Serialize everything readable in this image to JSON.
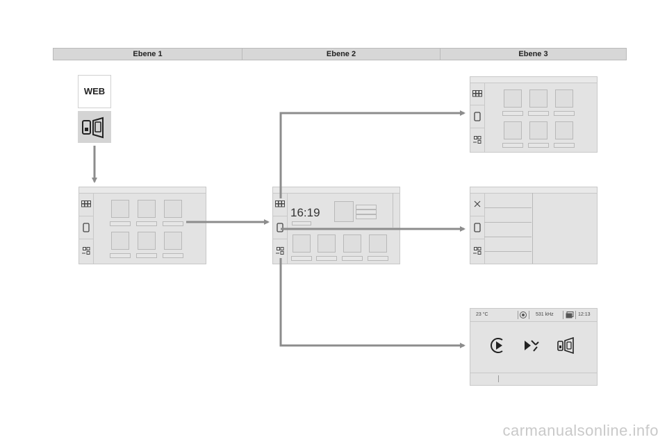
{
  "header": {
    "col1": "Ebene 1",
    "col2": "Ebene 2",
    "col3": "Ebene 3"
  },
  "level1": {
    "web_label": "WEB"
  },
  "level2": {
    "clock": "16:19"
  },
  "level3c": {
    "temp": "23 °C",
    "freq": "531 kHz",
    "time": "12:13"
  },
  "watermark": "carmanualsonline.info",
  "colors": {
    "arrow": "#8c8c8c",
    "screen_bg": "#e3e3e3",
    "header_bg": "#d7d7d7"
  }
}
